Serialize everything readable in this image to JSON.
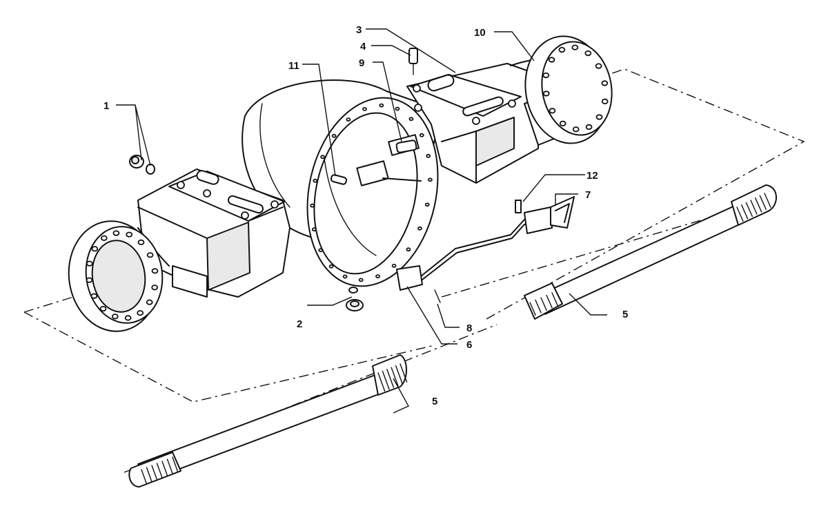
{
  "callouts": [
    {
      "id": "c1",
      "label": "1"
    },
    {
      "id": "c2",
      "label": "2"
    },
    {
      "id": "c3",
      "label": "3"
    },
    {
      "id": "c4",
      "label": "4"
    },
    {
      "id": "c5a",
      "label": "5"
    },
    {
      "id": "c5b",
      "label": "5"
    },
    {
      "id": "c6",
      "label": "6"
    },
    {
      "id": "c7",
      "label": "7"
    },
    {
      "id": "c8",
      "label": "8"
    },
    {
      "id": "c9",
      "label": "9"
    },
    {
      "id": "c10",
      "label": "10"
    },
    {
      "id": "c11",
      "label": "11"
    },
    {
      "id": "c12",
      "label": "12"
    }
  ]
}
